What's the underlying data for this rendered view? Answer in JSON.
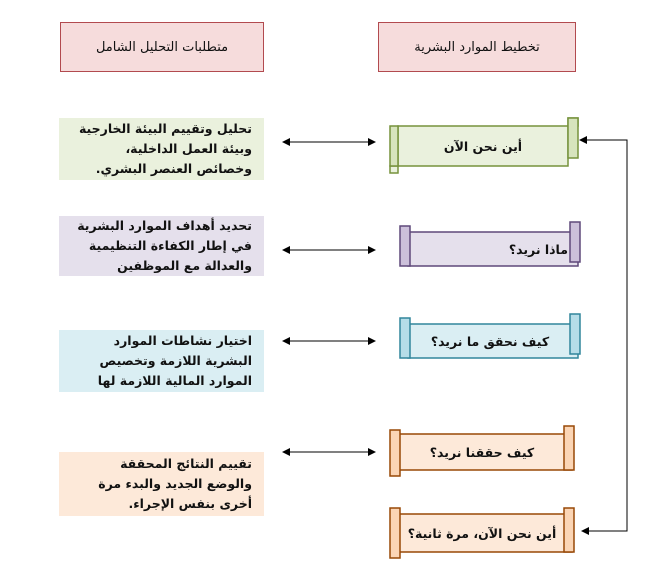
{
  "headers": {
    "left": "متطلبات التحليل الشامل",
    "right": "تخطيط الموارد البشرية"
  },
  "questions": [
    {
      "text": "أين نحن الآن",
      "fill": "#eaf1dd",
      "stroke": "#76923c"
    },
    {
      "text": "ماذا نريد؟",
      "fill": "#e5e0ec",
      "stroke": "#5f497a"
    },
    {
      "text": "كيف نحقق ما نريد؟",
      "fill": "#daeef3",
      "stroke": "#31859c"
    },
    {
      "text": "كيف حققنا نريد؟",
      "fill": "#fde9d9",
      "stroke": "#984806"
    },
    {
      "text": "أين نحن الآن، مرة ثانية؟",
      "fill": "#fde9d9",
      "stroke": "#984806"
    }
  ],
  "requirements": [
    {
      "text": "تحليل وتقييم البيئة الخارجية وبيئة العمل الداخلية، وخصائص العنصر البشري.",
      "fill": "#eaf1dd"
    },
    {
      "text": "تحديد أهداف الموارد البشرية في إطار الكفاءة التنظيمية والعدالة مع الموظفين",
      "fill": "#e5e0ec"
    },
    {
      "text": "اختيار نشاطات الموارد البشرية اللازمة وتخصيص الموارد المالية اللازمة لها",
      "fill": "#daeef3"
    },
    {
      "text": "تقييم النتائج المحققة والوضع الجديد والبدء مرة أخرى بنفس الإجراء.",
      "fill": "#fde9d9"
    }
  ]
}
